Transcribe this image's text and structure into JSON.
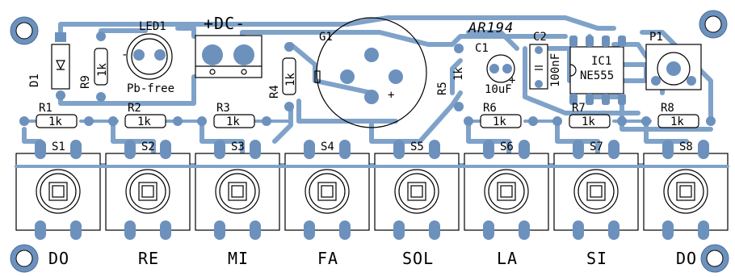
{
  "board_title": "AR194",
  "colors": {
    "trace": "#7fa2c9",
    "pad": "#6d91bd",
    "silk": "#000000",
    "board": "#ffffff"
  },
  "components": {
    "led": {
      "ref": "LED1",
      "note": "Pb-free"
    },
    "diode": {
      "ref": "D1"
    },
    "r9": {
      "ref": "R9",
      "value": "1k"
    },
    "power": {
      "label": "+DC-"
    },
    "r4": {
      "ref": "R4",
      "value": "1k"
    },
    "buzzer": {
      "ref": "G1",
      "polarity": "+"
    },
    "r5": {
      "ref": "R5",
      "value": "1k"
    },
    "c1": {
      "ref": "C1",
      "value": "10uF",
      "polarity": "+"
    },
    "c2": {
      "ref": "C2",
      "value": "100nF"
    },
    "ic1": {
      "ref": "IC1",
      "value": "NE555"
    },
    "p1": {
      "ref": "P1"
    }
  },
  "resistors": [
    {
      "ref": "R1",
      "value": "1k"
    },
    {
      "ref": "R2",
      "value": "1k"
    },
    {
      "ref": "R3",
      "value": "1k"
    },
    {
      "ref": "R6",
      "value": "1k"
    },
    {
      "ref": "R7",
      "value": "1k"
    },
    {
      "ref": "R8",
      "value": "1k"
    }
  ],
  "switches": [
    {
      "ref": "S1",
      "note": "DO"
    },
    {
      "ref": "S2",
      "note": "RE"
    },
    {
      "ref": "S3",
      "note": "MI"
    },
    {
      "ref": "S4",
      "note": "FA"
    },
    {
      "ref": "S5",
      "note": "SOL"
    },
    {
      "ref": "S6",
      "note": "LA"
    },
    {
      "ref": "S7",
      "note": "SI"
    },
    {
      "ref": "S8",
      "note": "DO"
    }
  ]
}
